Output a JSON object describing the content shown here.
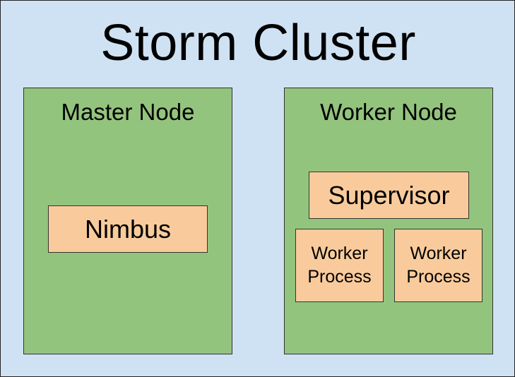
{
  "title": "Storm Cluster",
  "master_node": {
    "title": "Master Node",
    "components": [
      "Nimbus"
    ]
  },
  "worker_node": {
    "title": "Worker Node",
    "supervisor": "Supervisor",
    "worker_processes": [
      {
        "label": "Worker\nProcess"
      },
      {
        "label": "Worker\nProcess"
      }
    ]
  },
  "colors": {
    "cluster_bg": "#cfe2f3",
    "node_bg": "#93c47d",
    "component_bg": "#f9cb9c"
  }
}
